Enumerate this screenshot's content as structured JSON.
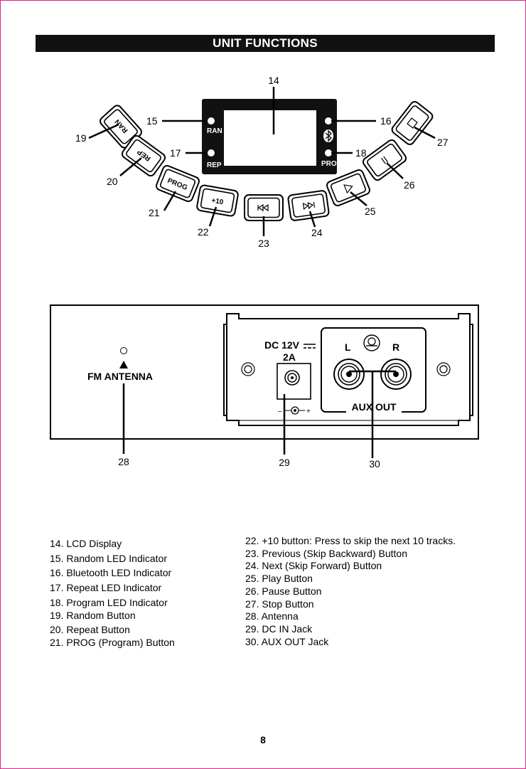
{
  "banner_title": "UNIT FUNCTIONS",
  "front_panel": {
    "callouts": [
      "14",
      "15",
      "16",
      "17",
      "18",
      "19",
      "20",
      "21",
      "22",
      "23",
      "24",
      "25",
      "26",
      "27"
    ],
    "led_labels": {
      "ran": "RAN",
      "rep": "REP",
      "prog": "PROG"
    },
    "button_labels": {
      "ran": "RAN",
      "rep": "REP",
      "prog": "PROG",
      "plus10": "+10"
    }
  },
  "rear_panel": {
    "fm_antenna": "FM ANTENNA",
    "dc_rating_line1": "DC 12V",
    "dc_rating_line2": "2A",
    "aux_left": "L",
    "aux_right": "R",
    "aux_out": "AUX OUT",
    "polarity_minus": "–",
    "polarity_plus": "+",
    "callouts": [
      "28",
      "29",
      "30"
    ]
  },
  "legend_left": [
    "14. LCD Display",
    "15. Random LED Indicator",
    "16. Bluetooth LED Indicator",
    "17. Repeat LED Indicator",
    "18. Program LED Indicator",
    "19. Random Button",
    "20. Repeat Button",
    "21. PROG (Program) Button"
  ],
  "legend_right": [
    "22. +10 button: Press to skip the next 10 tracks.",
    "23. Previous (Skip Backward) Button",
    "24. Next (Skip Forward) Button",
    "25. Play Button",
    "26. Pause Button",
    "27. Stop Button",
    "28. Antenna",
    "29. DC IN Jack",
    "30. AUX OUT Jack"
  ],
  "page_number": "8",
  "colors": {
    "page_border": "#e0218a",
    "ink": "#000000"
  },
  "icons": [
    "bluetooth-icon",
    "previous-icon",
    "next-icon",
    "play-icon",
    "pause-icon",
    "stop-icon",
    "antenna-arrow-icon",
    "dc-polarity-icon"
  ]
}
